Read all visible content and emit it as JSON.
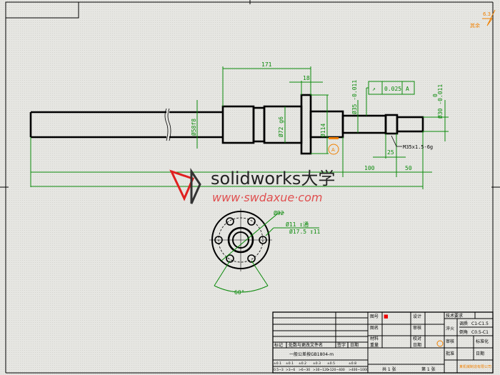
{
  "drawing": {
    "dimensions": {
      "d_main": "Ø58f8",
      "len_171": "171",
      "len_18": "18",
      "d_hub": "Ø72 g6",
      "d_flange": "Ø114",
      "d_35": "Ø35 -0.011",
      "d_30": "Ø30 -0.011",
      "tol_30_upper": "0",
      "len_25": "25",
      "len_100": "100",
      "len_50": "50",
      "thread": "M35x1.5-6g",
      "pcd": "Ø92",
      "hole_1": "Ø11 ↧通",
      "hole_2": "Ø17.5 ↧11",
      "angle": "60°"
    },
    "gdt": {
      "symbol": "↗",
      "tolerance": "0.025",
      "datum": "A"
    },
    "datum_label": "A",
    "roughness": {
      "label": "其余",
      "value": "6.3"
    },
    "watermark": {
      "brand": "solidworks大学",
      "url": "www·swdaxue·com"
    },
    "title_block": {
      "rev_headers": [
        "标记",
        "处数与更改文件名",
        "签字",
        "日期"
      ],
      "general_tol": "一般公差按GB1804-m",
      "tol_ranges": [
        "±0.1",
        "±0.1",
        "±0.2",
        "±0.3",
        "±0.5",
        "±0.8"
      ],
      "tol_spans": [
        "0.5~3",
        ">3~6",
        ">6~30",
        ">30~120",
        ">120~400",
        ">400~1000"
      ],
      "left_labels": [
        "图号",
        "图名",
        "材料",
        "重量"
      ],
      "drawing_no": "■",
      "mid_labels": [
        "设计",
        "审核",
        "校对",
        "日期"
      ],
      "right_labels": [
        "技术要求",
        "淬火",
        "调质",
        "倒角",
        "审核",
        "标准化",
        "批准",
        "日期"
      ],
      "right_values": [
        "C1-C1.5",
        "C0.5-C1"
      ],
      "count_sheets": "共 1 张",
      "sheet_no": "第 1 张",
      "company": "某机械制造有限公司"
    }
  }
}
